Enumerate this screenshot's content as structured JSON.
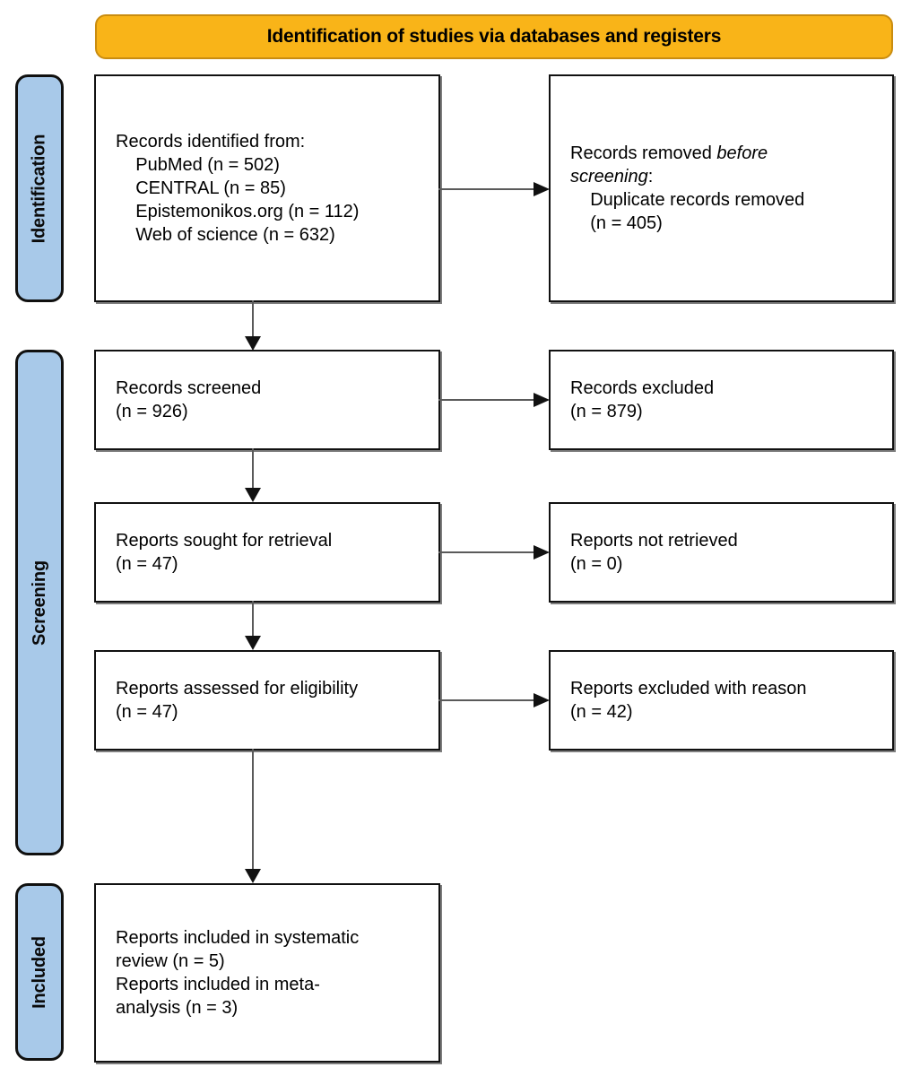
{
  "diagram": {
    "title": "Identification of studies via databases and registers",
    "type": "PRISMA 2020 flow diagram",
    "colors": {
      "banner_fill": "#F9B418",
      "banner_border": "#C98C10",
      "stage_fill": "#A8C9E9",
      "stage_border": "#10100F",
      "box_border": "#111111",
      "box_fill": "#FFFFFF",
      "connector": "#5A5A5A",
      "text": "#000000"
    }
  },
  "stages": [
    {
      "id": "identification",
      "label": "Identification"
    },
    {
      "id": "screening",
      "label": "Screening"
    },
    {
      "id": "included",
      "label": "Included"
    }
  ],
  "boxes": {
    "records_identified": {
      "id": "records-identified",
      "lines": [
        "Records identified from:",
        "    PubMed (n = 502)",
        "    CENTRAL (n = 85)",
        "    Epistemonikos.org (n = 112)",
        "    Web of science (n = 632)"
      ],
      "text": "Records identified from:\n    PubMed (n = 502)\n    CENTRAL (n = 85)\n    Epistemonikos.org (n = 112)\n    Web of science (n = 632)",
      "sources": [
        {
          "name": "PubMed",
          "n": 502
        },
        {
          "name": "CENTRAL",
          "n": 85
        },
        {
          "name": "Epistemonikos.org",
          "n": 112
        },
        {
          "name": "Web of science",
          "n": 632
        }
      ]
    },
    "records_removed": {
      "id": "records-removed-before-screening",
      "line1_plain": "Records removed ",
      "line1_italic": "before",
      "line2_italic": "screening",
      "line2_plain": ":",
      "rest": "\n    Duplicate records removed\n    (n = 405)",
      "n": 405
    },
    "records_screened": {
      "id": "records-screened",
      "text": "Records screened\n(n = 926)",
      "n": 926
    },
    "records_excluded": {
      "id": "records-excluded",
      "text": "Records excluded\n(n = 879)",
      "n": 879
    },
    "reports_sought": {
      "id": "reports-sought-for-retrieval",
      "text": "Reports sought for retrieval\n(n = 47)",
      "n": 47
    },
    "reports_not_retrieved": {
      "id": "reports-not-retrieved",
      "text": "Reports not retrieved\n(n = 0)",
      "n": 0
    },
    "reports_assessed": {
      "id": "reports-assessed-for-eligibility",
      "text": "Reports assessed for eligibility\n(n = 47)",
      "n": 47
    },
    "reports_excluded_reason": {
      "id": "reports-excluded-with-reason",
      "text": "Reports excluded with reason\n(n = 42)",
      "n": 42
    },
    "reports_included": {
      "id": "reports-included",
      "text": "Reports included in systematic\nreview (n = 5)\nReports included in meta-\nanalysis (n = 3)",
      "systematic_review_n": 5,
      "meta_analysis_n": 3
    }
  }
}
